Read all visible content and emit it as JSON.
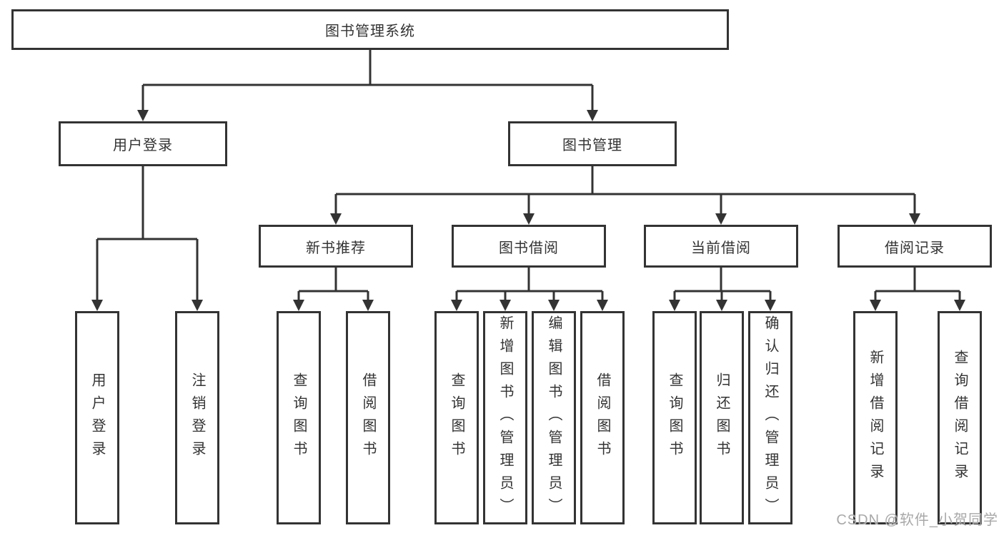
{
  "diagram": {
    "tree": {
      "label": "图书管理系统",
      "children": [
        {
          "label": "用户登录",
          "children": [
            {
              "label": "用户登录"
            },
            {
              "label": "注销登录"
            }
          ]
        },
        {
          "label": "图书管理",
          "children": [
            {
              "label": "新书推荐",
              "children": [
                {
                  "label": "查询图书"
                },
                {
                  "label": "借阅图书"
                }
              ]
            },
            {
              "label": "图书借阅",
              "children": [
                {
                  "label": "查询图书"
                },
                {
                  "label": "新增图书（管理员）"
                },
                {
                  "label": "编辑图书（管理员）"
                },
                {
                  "label": "借阅图书"
                }
              ]
            },
            {
              "label": "当前借阅",
              "children": [
                {
                  "label": "查询图书"
                },
                {
                  "label": "归还图书"
                },
                {
                  "label": "确认归还（管理员）"
                }
              ]
            },
            {
              "label": "借阅记录",
              "children": [
                {
                  "label": "新增借阅记录"
                },
                {
                  "label": "查询借阅记录"
                }
              ]
            }
          ]
        }
      ]
    },
    "colors": {
      "line": "#333333",
      "box_border": "#333333",
      "box_fill": "#ffffff",
      "text": "#333333",
      "watermark": "#9e9e9e",
      "background": "#ffffff"
    }
  },
  "watermark": {
    "text": "CSDN @软件_小贺同学"
  }
}
